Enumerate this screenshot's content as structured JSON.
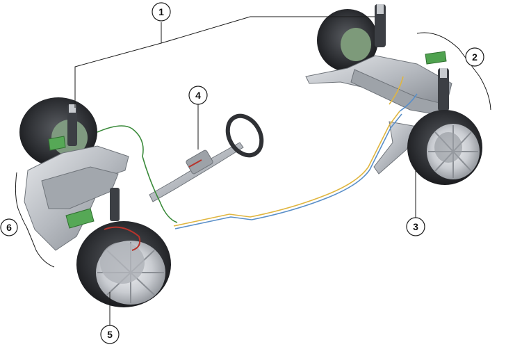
{
  "callouts": [
    {
      "number": "1"
    },
    {
      "number": "2"
    },
    {
      "number": "3"
    },
    {
      "number": "4"
    },
    {
      "number": "5"
    },
    {
      "number": "6"
    }
  ],
  "colors": {
    "line": "#1a1a1a",
    "metal": "#b8bcc2",
    "tire": "#2b2d30",
    "green_harness": "#3a8a3a",
    "brake_line_yellow": "#e0b640",
    "brake_line_blue": "#5a8fc8"
  }
}
